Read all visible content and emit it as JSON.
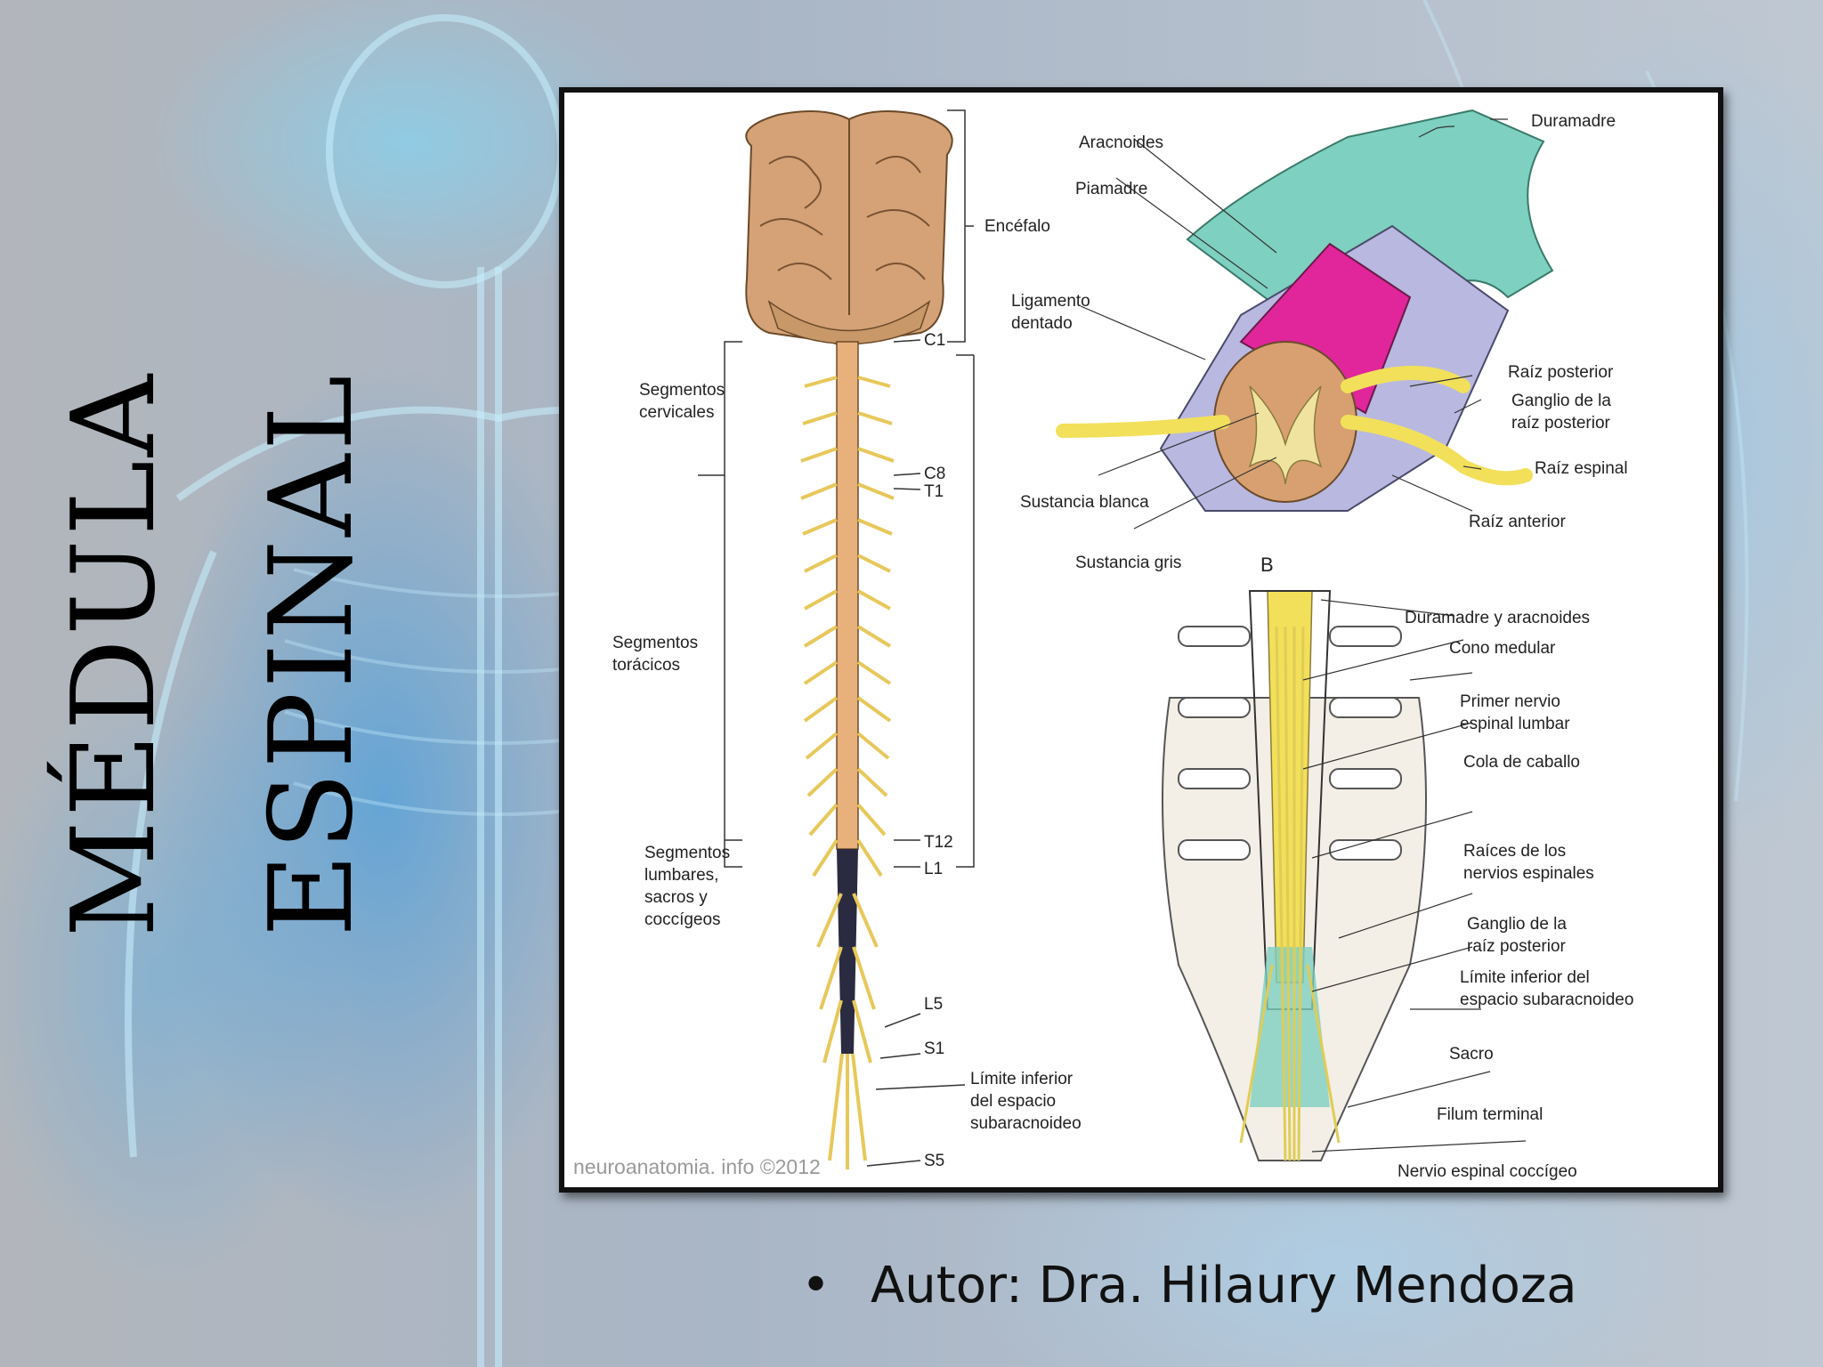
{
  "slide": {
    "title_line1": "MÉDULA",
    "title_line2": "ESPINAL",
    "author_bullet": "•",
    "author": "Autor: Dra. Hilaury Mendoza"
  },
  "figure": {
    "watermark": "neuroanatomia. info ©2012",
    "panel_b_letter": "B",
    "left_labels": {
      "encefalo": "Encéfalo",
      "c1": "C1",
      "cervicales": "Segmentos\ncervicales",
      "c8": "C8",
      "t1": "T1",
      "toracicos": "Segmentos\ntorácicos",
      "t12": "T12",
      "l1": "L1",
      "lumbares": "Segmentos\nlumbares,\nsacros y\ncoccígeos",
      "l5": "L5",
      "s1": "S1",
      "limite": "Límite inferior\ndel espacio\nsubaracnoideo",
      "s5": "S5"
    },
    "top_right_labels": {
      "duramadre": "Duramadre",
      "aracnoides": "Aracnoides",
      "piamadre": "Piamadre",
      "ligamento": "Ligamento\ndentado",
      "raiz_posterior": "Raíz posterior",
      "ganglio": "Ganglio de la\nraíz posterior",
      "raiz_espinal": "Raíz espinal",
      "raiz_anterior": "Raíz anterior",
      "sustancia_blanca": "Sustancia blanca",
      "sustancia_gris": "Sustancia gris"
    },
    "bottom_right_labels": {
      "dura_arac": "Duramadre y aracnoides",
      "cono": "Cono medular",
      "primer_nervio": "Primer nervio\nespinal lumbar",
      "cola": "Cola de caballo",
      "raices": "Raíces de los\nnervios espinales",
      "ganglio_post": "Ganglio de la\nraíz posterior",
      "limite_inf": "Límite inferior del\nespacio subaracnoideo",
      "sacro": "Sacro",
      "filum": "Filum terminal",
      "coccigeo": "Nervio espinal coccígeo"
    },
    "colors": {
      "brain": "#d4a276",
      "cord": "#e8b07a",
      "nerve": "#f2e05a",
      "dura": "#7ed0c0",
      "pia": "#e0269a",
      "arachnoid": "#b8b8e0"
    }
  }
}
